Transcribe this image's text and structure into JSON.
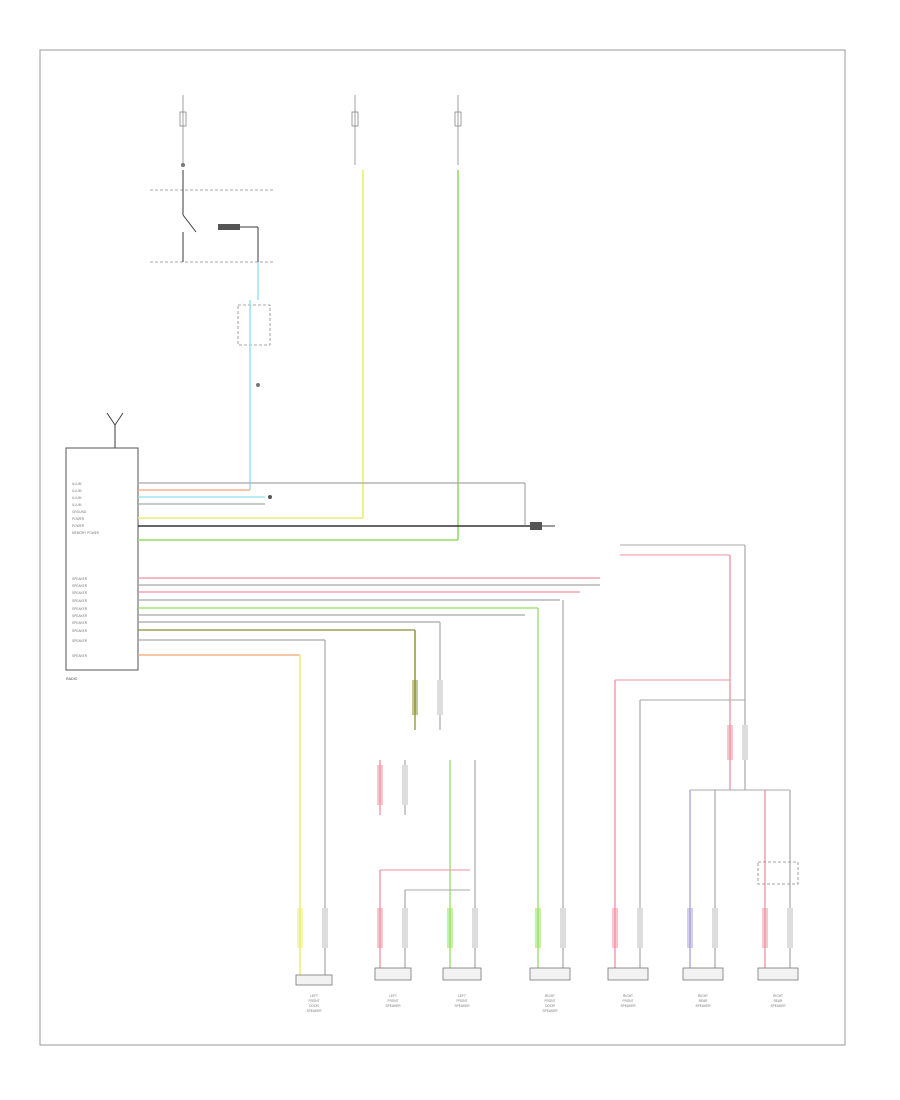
{
  "colors": {
    "yellow": "#ecec70",
    "green": "#90e060",
    "cyan": "#90e0f0",
    "red": "#f090a0",
    "purple": "#a8a0d8",
    "orange": "#f0a870",
    "olive": "#8a9030",
    "gray": "#a8a8a8",
    "dark": "#3a3a3a"
  },
  "labels": {
    "radio_ground": "RADIO"
  },
  "radio_pins": {
    "upper": [
      "ILLUM",
      "ILLUM",
      "ILLUM",
      "ILLUM",
      "GROUND",
      "POWER",
      "POWER",
      "MEMORY POWER"
    ],
    "lower": [
      "SPEAKER",
      "SPEAKER",
      "SPEAKER",
      "SPEAKER",
      "SPEAKER",
      "SPEAKER",
      "SPEAKER",
      "SPEAKER",
      "SPEAKER",
      "SPEAKER"
    ]
  },
  "speakers": [
    {
      "id": "lf-door",
      "label": "LEFT FRONT DOOR SPEAKER"
    },
    {
      "id": "lf-sub",
      "label": "LEFT FRONT SPEAKER"
    },
    {
      "id": "lf-tw",
      "label": "LEFT FRONT SPEAKER"
    },
    {
      "id": "rf-door",
      "label": "RIGHT FRONT DOOR SPEAKER"
    },
    {
      "id": "rf-sub",
      "label": "RIGHT FRONT SPEAKER"
    },
    {
      "id": "rr",
      "label": "RIGHT REAR SPEAKER"
    },
    {
      "id": "rr-tw",
      "label": "RIGHT REAR SPEAKER"
    }
  ]
}
